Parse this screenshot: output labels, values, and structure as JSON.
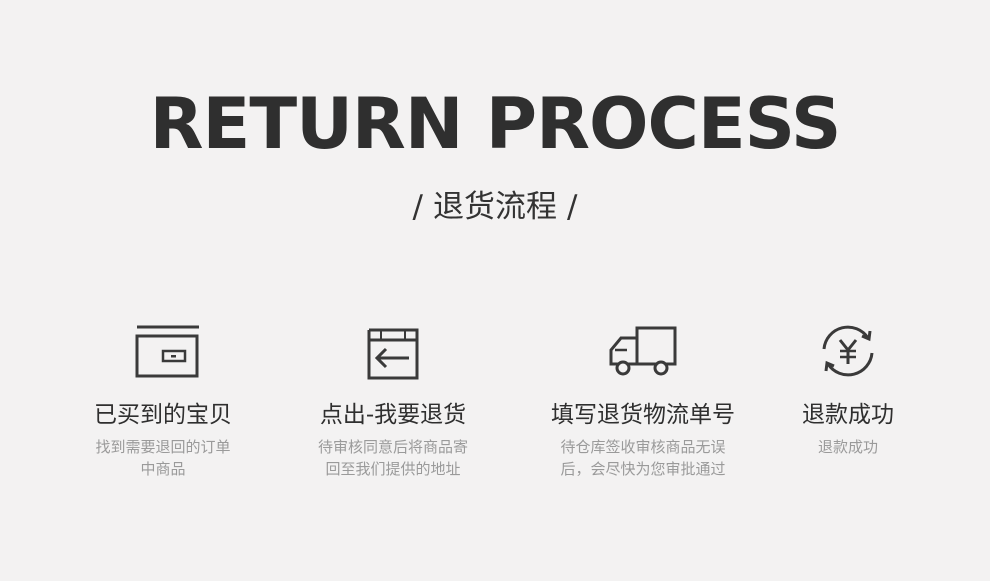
{
  "title": "RETURN PROCESS",
  "subtitle": {
    "text": "退货流程",
    "slash": "/"
  },
  "steps": [
    {
      "icon": "wallet-icon",
      "label": "已买到的宝贝",
      "desc": [
        "找到需要退回的订单",
        "中商品"
      ]
    },
    {
      "icon": "box-arrow-icon",
      "label": "点出-我要退货",
      "desc": [
        "待审核同意后将商品寄",
        "回至我们提供的地址"
      ]
    },
    {
      "icon": "truck-icon",
      "label": "填写退货物流单号",
      "desc": [
        "待仓库签收审核商品无误",
        "后，会尽快为您审批通过"
      ]
    },
    {
      "icon": "yuan-refund-icon",
      "label": "退款成功",
      "desc": [
        "退款成功"
      ]
    }
  ],
  "colors": {
    "background": "#f3f2f2",
    "heading": "#2f2f2f",
    "muted": "#9a9a9a"
  }
}
